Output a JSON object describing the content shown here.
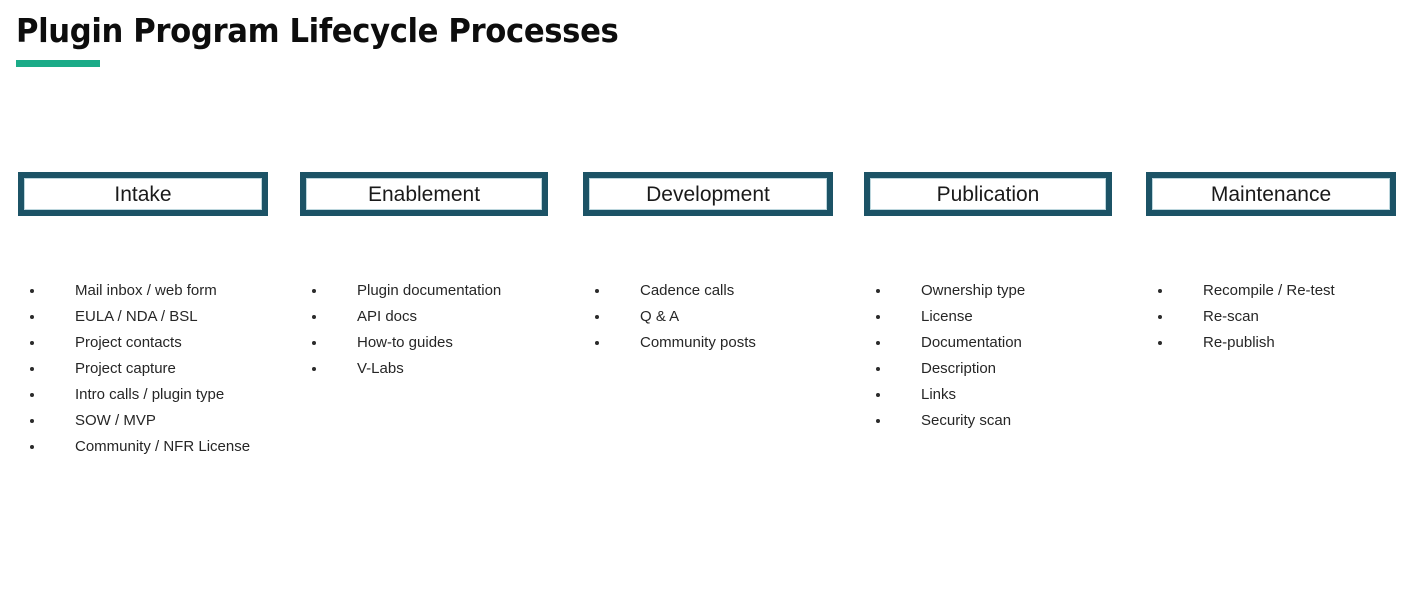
{
  "slide": {
    "title": "Plugin Program Lifecycle Processes",
    "accent_color": "#1BAB88",
    "box_border_color": "#1C5366",
    "text_color": "#262626",
    "background_color": "#FFFFFF"
  },
  "columns": [
    {
      "id": "intake",
      "phase": "Intake",
      "items": [
        "Mail inbox / web form",
        "EULA / NDA / BSL",
        "Project contacts",
        "Project capture",
        "Intro calls / plugin type",
        "SOW / MVP",
        "Community / NFR License"
      ]
    },
    {
      "id": "enablement",
      "phase": "Enablement",
      "items": [
        "Plugin documentation",
        "API docs",
        "How-to guides",
        "V-Labs"
      ]
    },
    {
      "id": "development",
      "phase": "Development",
      "items": [
        "Cadence calls",
        "Q & A",
        "Community posts"
      ]
    },
    {
      "id": "publication",
      "phase": "Publication",
      "items": [
        "Ownership type",
        "License",
        "Documentation",
        "Description",
        "Links",
        "Security scan"
      ]
    },
    {
      "id": "maintenance",
      "phase": "Maintenance",
      "items": [
        "Recompile / Re-test",
        "Re-scan",
        "Re-publish"
      ]
    }
  ]
}
